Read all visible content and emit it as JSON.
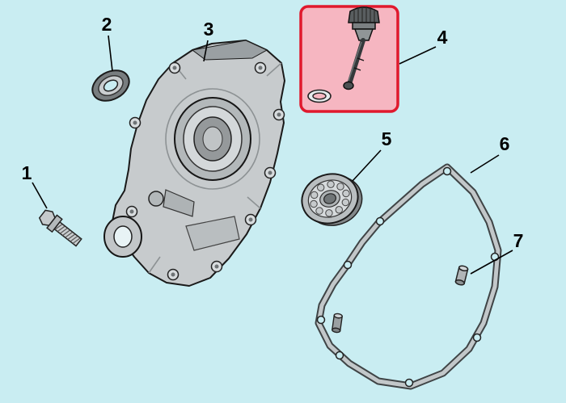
{
  "diagram": {
    "type": "exploded-parts-diagram",
    "background_color": "#c9edf2",
    "highlight_fill": "#f6b6c1",
    "highlight_border": "#e0192d",
    "line_color": "#000000",
    "part_fill": "#c7cbcd",
    "part_outline": "#1a1a1a"
  },
  "parts": [
    {
      "number": "1",
      "name": "flange-bolt",
      "highlighted": false
    },
    {
      "number": "2",
      "name": "seal-washer",
      "highlighted": false
    },
    {
      "number": "3",
      "name": "crankcase-cover",
      "highlighted": false
    },
    {
      "number": "4",
      "name": "oil-dipstick",
      "highlighted": true
    },
    {
      "number": "5",
      "name": "ball-bearing",
      "highlighted": false
    },
    {
      "number": "6",
      "name": "cover-gasket",
      "highlighted": false
    },
    {
      "number": "7",
      "name": "dowel-pin",
      "highlighted": false
    }
  ]
}
